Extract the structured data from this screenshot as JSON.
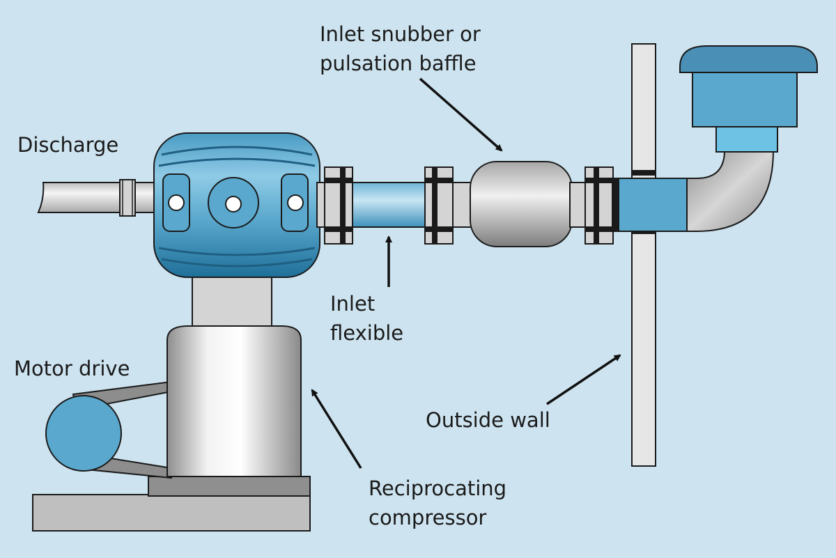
{
  "labels": {
    "discharge": "Discharge",
    "inlet_snubber_line1": "Inlet snubber or",
    "inlet_snubber_line2": "pulsation baffle",
    "inlet_flexible_line1": "Inlet",
    "inlet_flexible_line2": "flexible",
    "motor_drive": "Motor drive",
    "outside_wall": "Outside wall",
    "compressor_line1": "Reciprocating",
    "compressor_line2": "compressor"
  },
  "colors": {
    "background": "#cde3ef",
    "equipment_blue": "#5aa8cd",
    "pipe_grey": "#d9d9d9",
    "outline": "#1a1a1a"
  }
}
